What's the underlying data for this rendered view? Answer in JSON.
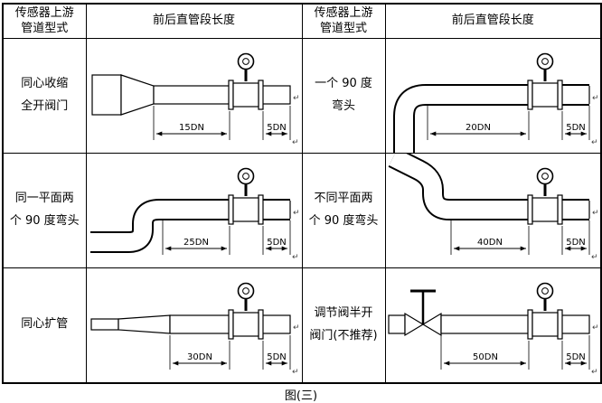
{
  "caption": "图(三)",
  "marks": {
    "crlf": "↵"
  },
  "table": {
    "headers": [
      "传感器上游\n管道型式",
      "前后直管段长度",
      "传感器上游\n管道型式",
      "前后直管段长度"
    ],
    "rows": [
      {
        "left": {
          "label": "同心收缩\n全开阀门",
          "dim_up": "15DN",
          "dim_down": "5DN"
        },
        "right": {
          "label": "一个 90 度\n弯头",
          "dim_up": "20DN",
          "dim_down": "5DN"
        }
      },
      {
        "left": {
          "label": "同一平面两\n个 90 度弯头",
          "dim_up": "25DN",
          "dim_down": "5DN"
        },
        "right": {
          "label": "不同平面两\n个 90 度弯头",
          "dim_up": "40DN",
          "dim_down": "5DN"
        }
      },
      {
        "left": {
          "label": "同心扩管",
          "dim_up": "30DN",
          "dim_down": "5DN"
        },
        "right": {
          "label": "调节阀半开\n阀门(不推荐)",
          "dim_up": "50DN",
          "dim_down": "5DN"
        }
      }
    ]
  }
}
